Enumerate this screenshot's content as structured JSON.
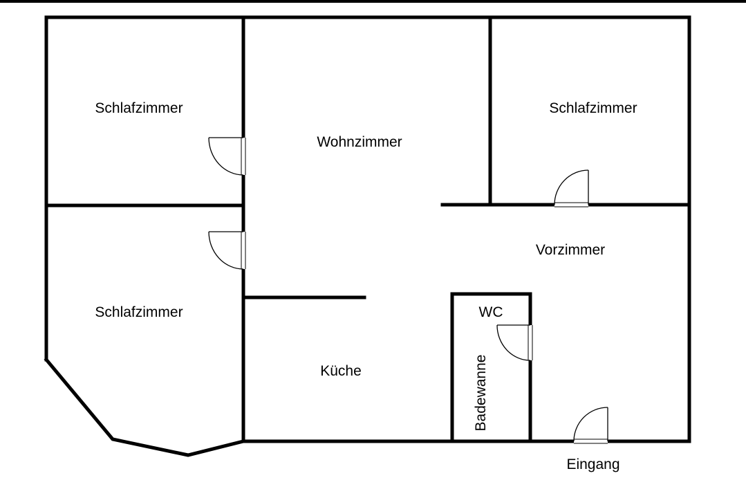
{
  "floorplan": {
    "rooms": {
      "bedroom_top_left": "Schlafzimmer",
      "bedroom_bottom_left": "Schlafzimmer",
      "bedroom_top_right": "Schlafzimmer",
      "living_room": "Wohnzimmer",
      "hallway": "Vorzimmer",
      "toilet": "WC",
      "bathtub": "Badewanne",
      "kitchen": "Küche",
      "entrance": "Eingang"
    },
    "colors": {
      "walls": "#000000",
      "background": "#ffffff"
    }
  }
}
